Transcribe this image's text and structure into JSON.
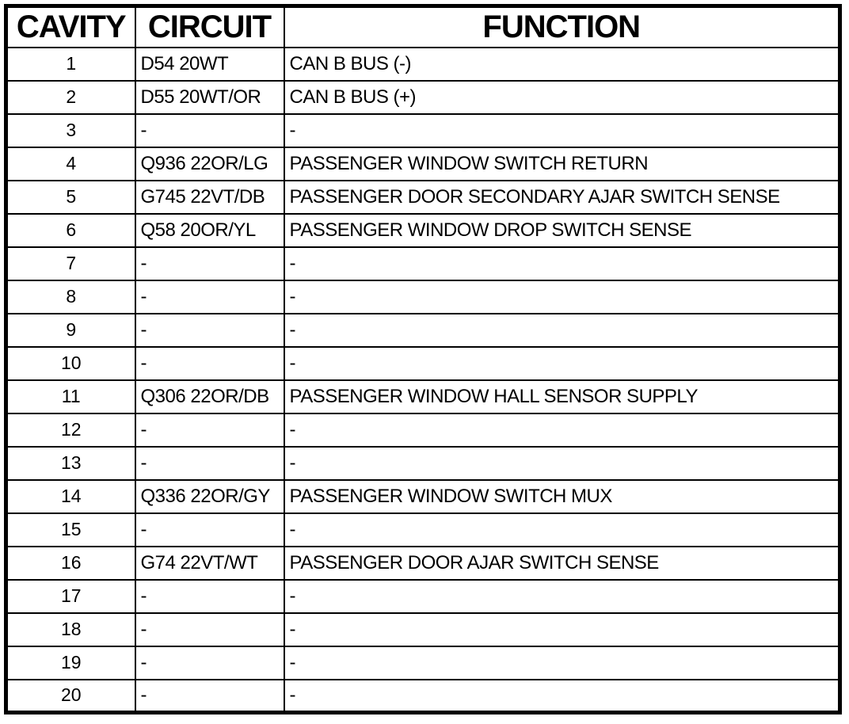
{
  "table": {
    "headers": [
      "CAVITY",
      "CIRCUIT",
      "FUNCTION"
    ],
    "rows": [
      {
        "cavity": "1",
        "circuit": "D54 20WT",
        "function": "CAN B BUS (-)"
      },
      {
        "cavity": "2",
        "circuit": "D55 20WT/OR",
        "function": "CAN B BUS (+)"
      },
      {
        "cavity": "3",
        "circuit": "-",
        "function": "-"
      },
      {
        "cavity": "4",
        "circuit": "Q936 22OR/LG",
        "function": "PASSENGER WINDOW SWITCH RETURN"
      },
      {
        "cavity": "5",
        "circuit": "G745 22VT/DB",
        "function": "PASSENGER DOOR SECONDARY AJAR SWITCH SENSE"
      },
      {
        "cavity": "6",
        "circuit": "Q58 20OR/YL",
        "function": "PASSENGER WINDOW DROP SWITCH SENSE"
      },
      {
        "cavity": "7",
        "circuit": "-",
        "function": "-"
      },
      {
        "cavity": "8",
        "circuit": "-",
        "function": "-"
      },
      {
        "cavity": "9",
        "circuit": "-",
        "function": "-"
      },
      {
        "cavity": "10",
        "circuit": "-",
        "function": "-"
      },
      {
        "cavity": "11",
        "circuit": "Q306 22OR/DB",
        "function": "PASSENGER WINDOW HALL SENSOR SUPPLY"
      },
      {
        "cavity": "12",
        "circuit": "-",
        "function": "-"
      },
      {
        "cavity": "13",
        "circuit": "-",
        "function": "-"
      },
      {
        "cavity": "14",
        "circuit": "Q336 22OR/GY",
        "function": "PASSENGER WINDOW SWITCH MUX"
      },
      {
        "cavity": "15",
        "circuit": "-",
        "function": "-"
      },
      {
        "cavity": "16",
        "circuit": "G74 22VT/WT",
        "function": "PASSENGER DOOR AJAR SWITCH SENSE"
      },
      {
        "cavity": "17",
        "circuit": "-",
        "function": "-"
      },
      {
        "cavity": "18",
        "circuit": "-",
        "function": "-"
      },
      {
        "cavity": "19",
        "circuit": "-",
        "function": "-"
      },
      {
        "cavity": "20",
        "circuit": "-",
        "function": "-"
      }
    ]
  },
  "colors": {
    "border": "#000000",
    "background": "#ffffff",
    "text": "#000000"
  }
}
